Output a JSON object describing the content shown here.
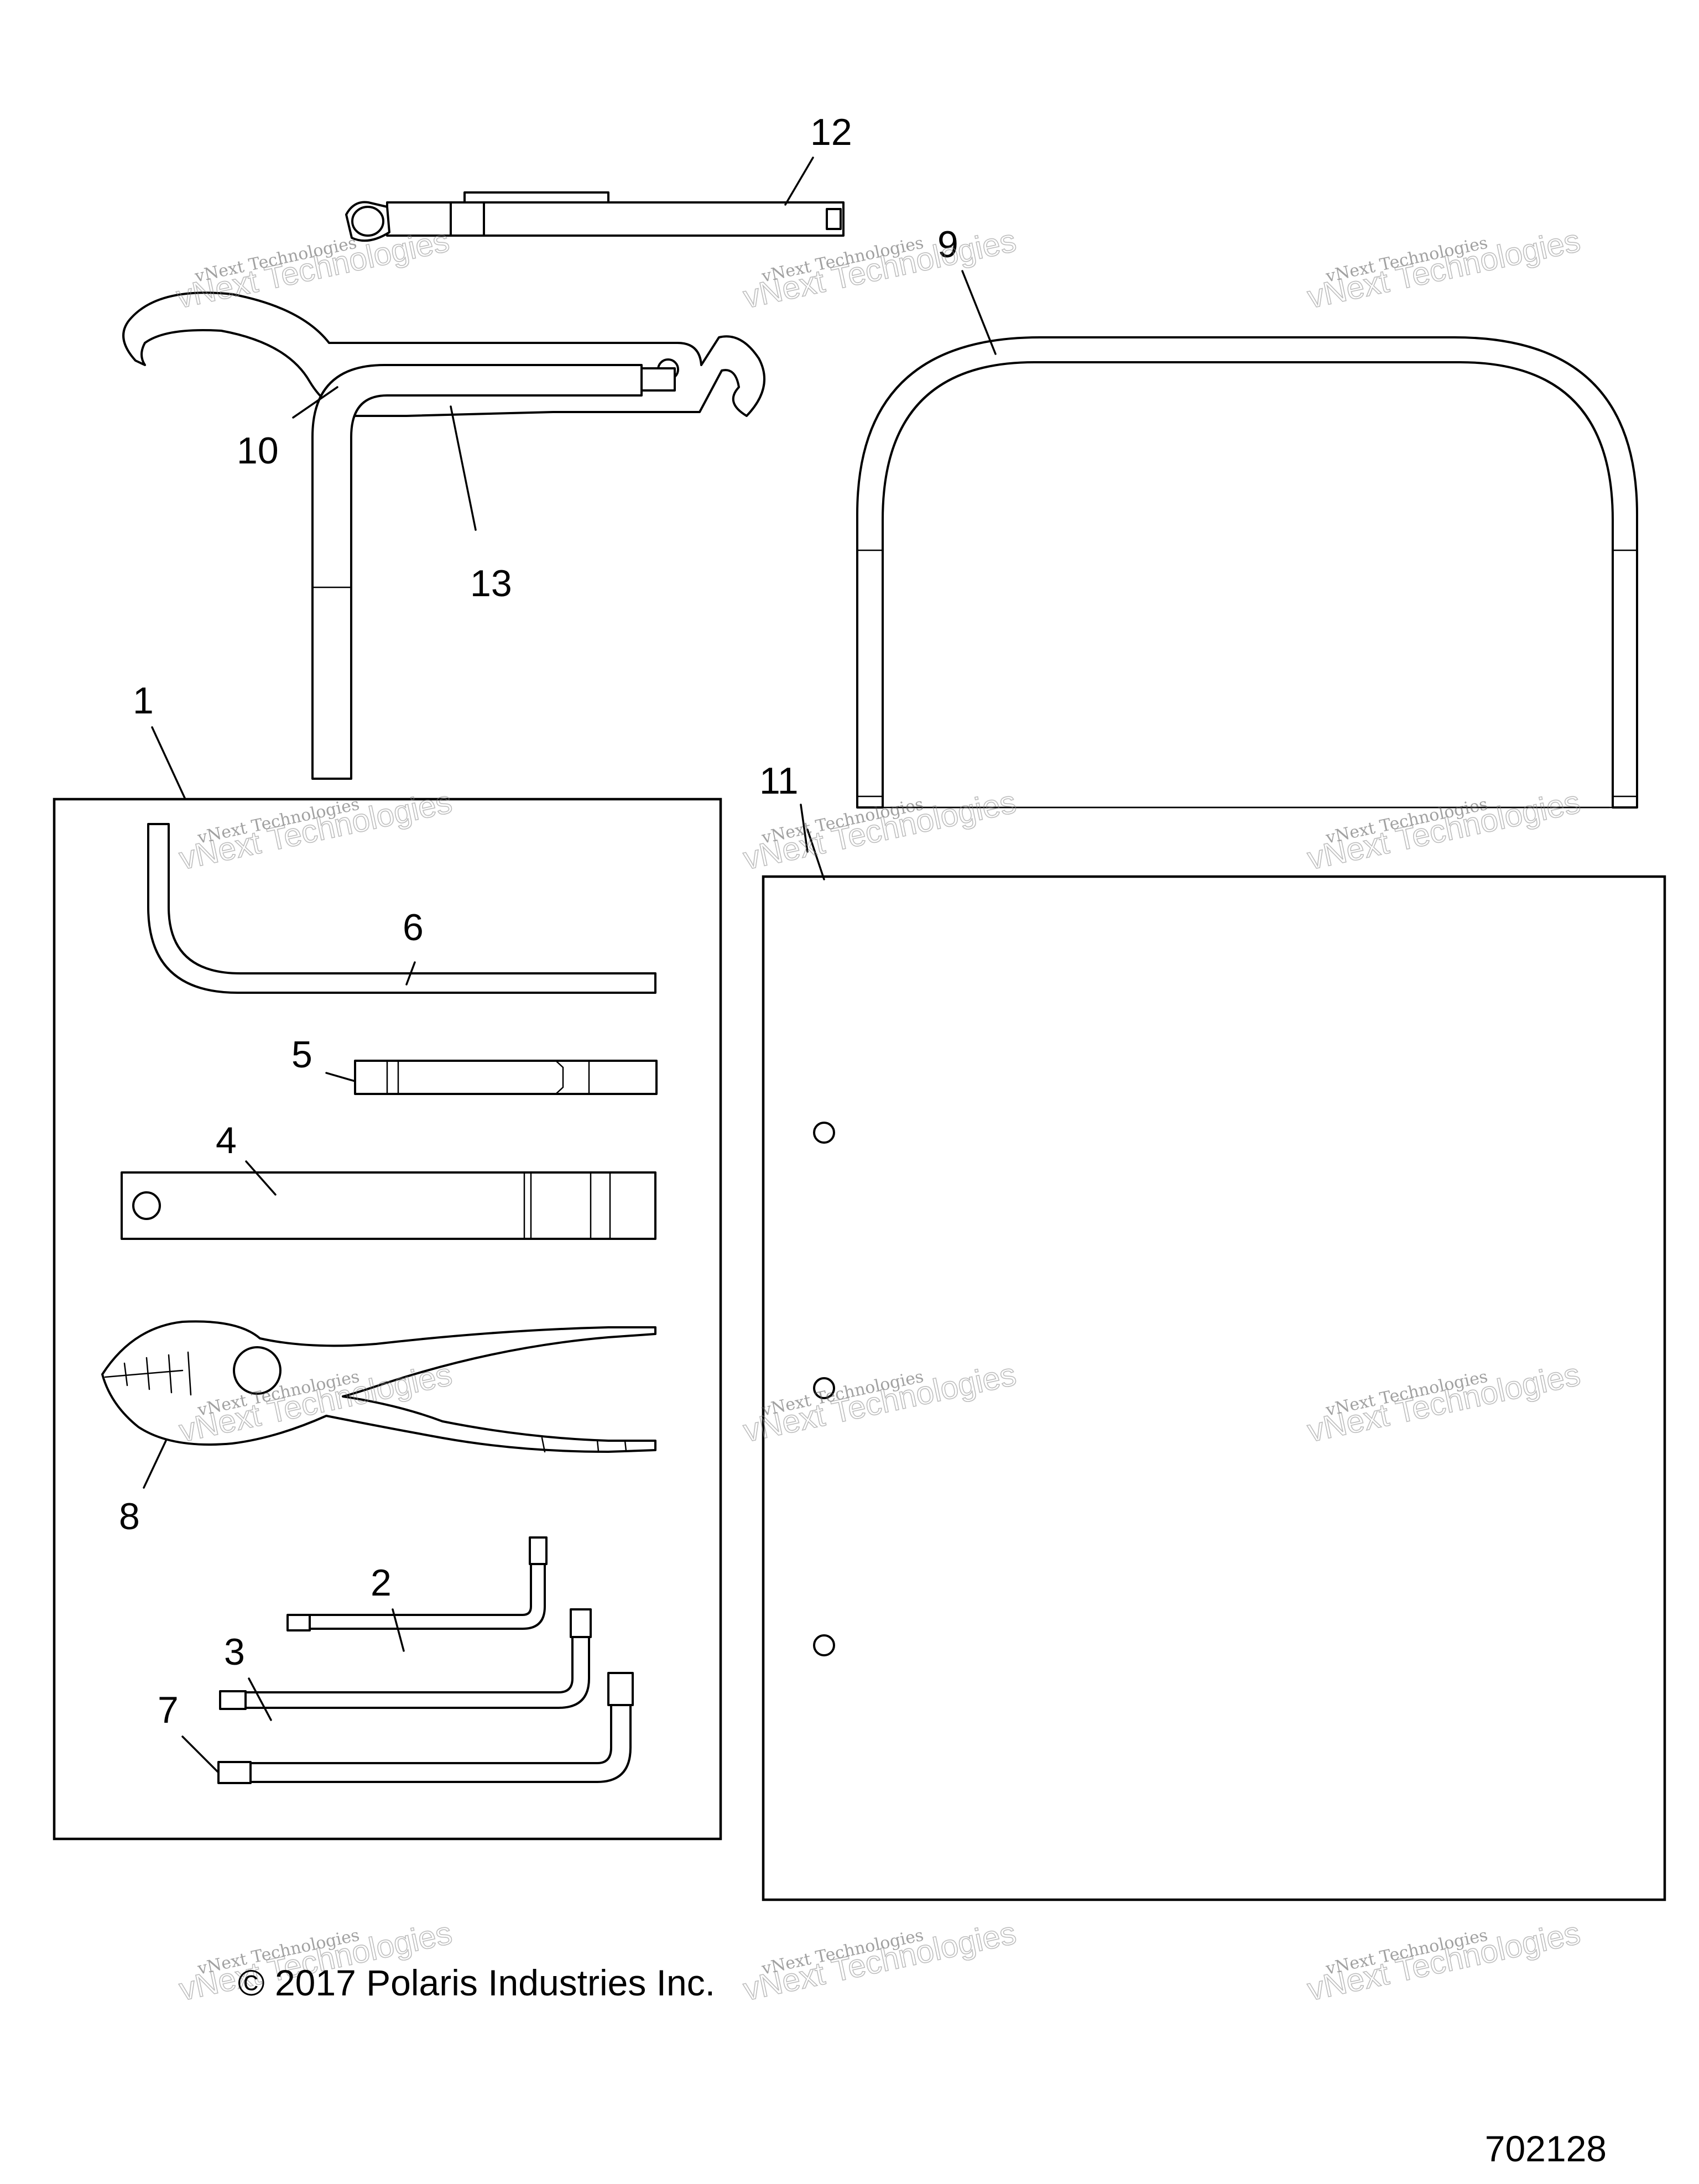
{
  "callouts": {
    "c1": "1",
    "c2": "2",
    "c3": "3",
    "c4": "4",
    "c5": "5",
    "c6": "6",
    "c7": "7",
    "c8": "8",
    "c9": "9",
    "c10": "10",
    "c11": "11",
    "c12": "12",
    "c13": "13"
  },
  "watermark": {
    "line1": "vNext Technologies",
    "line2": "vNext Technologies"
  },
  "footer": {
    "copyright": "© 2017 Polaris Industries Inc.",
    "diagram_number": "702128"
  }
}
